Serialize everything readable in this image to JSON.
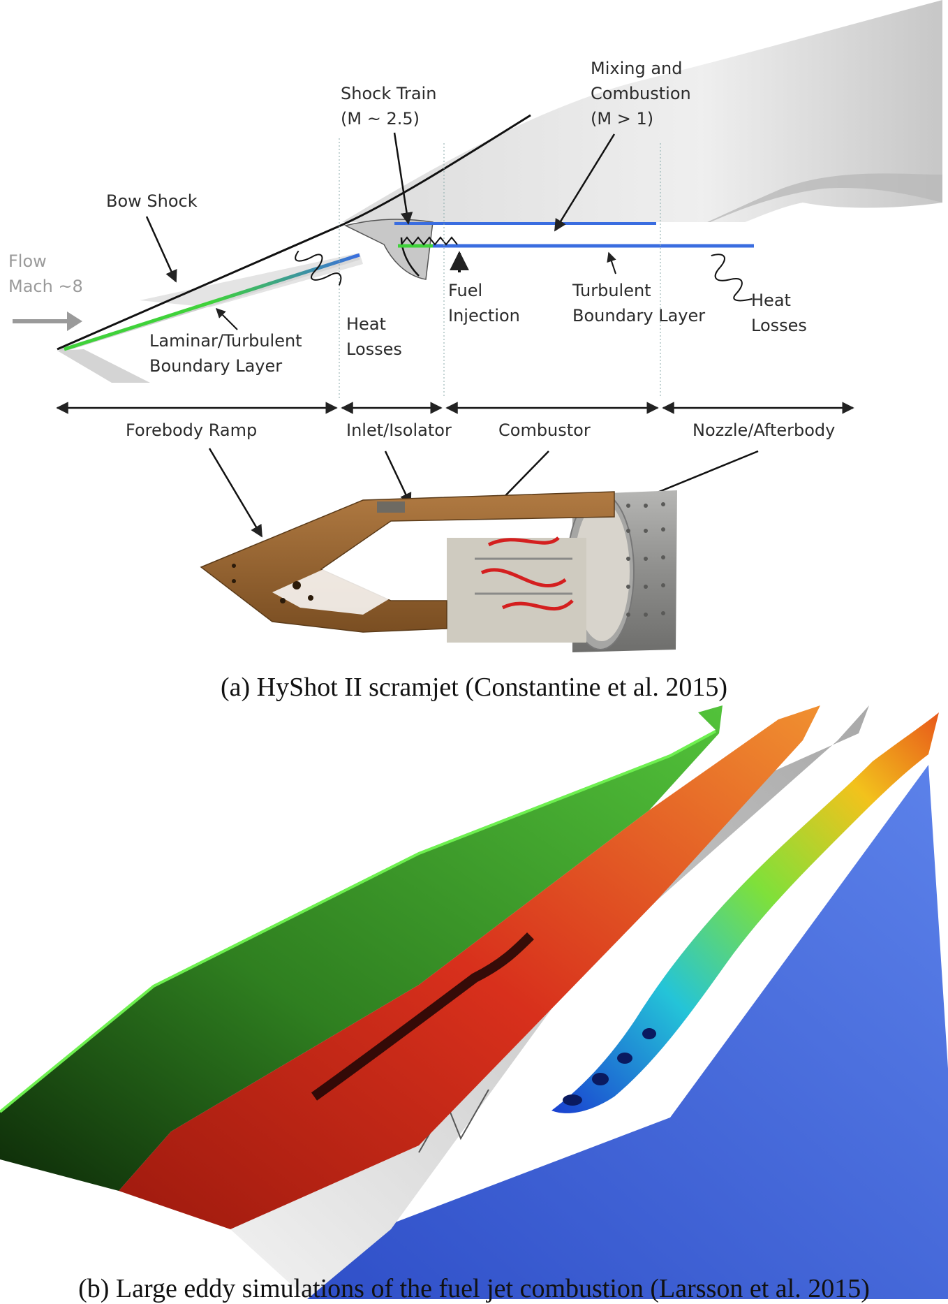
{
  "panel_a": {
    "flow": [
      "Flow",
      "Mach ~8"
    ],
    "bow_shock": "Bow Shock",
    "shock_train": [
      "Shock Train",
      "(M ~ 2.5)"
    ],
    "mixing": [
      "Mixing and",
      "Combustion",
      "(M > 1)"
    ],
    "fuel_injection": [
      "Fuel",
      "Injection"
    ],
    "turbulent_bl": [
      "Turbulent",
      "Boundary Layer"
    ],
    "heat_losses_1": [
      "Heat",
      "Losses"
    ],
    "heat_losses_2": [
      "Heat",
      "Losses"
    ],
    "laminar_bl": [
      "Laminar/Turbulent",
      "Boundary Layer"
    ],
    "sections": [
      "Forebody Ramp",
      "Inlet/Isolator",
      "Combustor",
      "Nozzle/Afterbody"
    ],
    "caption": "(a) HyShot II scramjet (Constantine et al. 2015)"
  },
  "panel_b": {
    "caption": "(b) Large eddy simulations of the fuel jet combustion (Larsson et al. 2015)"
  },
  "colors": {
    "green_slice": "#3fae2a",
    "red_slice": "#d8301c",
    "grey_slice": "#c8c8c8",
    "blue_floor": "#3e62d8",
    "hardware_bronze": "#9c6a35",
    "steel": "#9a9a98"
  }
}
